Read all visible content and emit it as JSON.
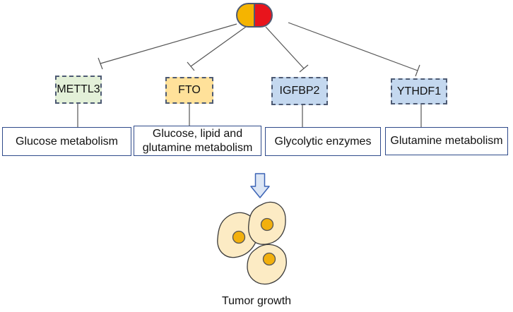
{
  "colors": {
    "pill_left": "#f5b400",
    "pill_right": "#e8141c",
    "edge": "#555555",
    "target_border": "#4d5a73",
    "outcome_border": "#2f4a8a",
    "arrow_fill": "#dce6f5",
    "arrow_stroke": "#3b63b5",
    "cell_fill": "#fcebc4",
    "cell_stroke": "#3a3a3a",
    "nucleus_fill": "#f2b00e",
    "nucleus_stroke": "#555555"
  },
  "inhibitor_icon": "capsule-icon",
  "targets": [
    {
      "label": "METTL3",
      "fill": "#e3f0d8",
      "outcome": "Glucose metabolism"
    },
    {
      "label": "FTO",
      "fill": "#ffe19a",
      "outcome": "Glucose, lipid and glutamine metabolism"
    },
    {
      "label": "IGFBP2",
      "fill": "#c4d8ef",
      "outcome": "Glycolytic enzymes"
    },
    {
      "label": "YTHDF1",
      "fill": "#c4d8ef",
      "outcome": "Glutamine metabolism"
    }
  ],
  "result_icon": "tumor-cells-icon",
  "result_label": "Tumor growth"
}
